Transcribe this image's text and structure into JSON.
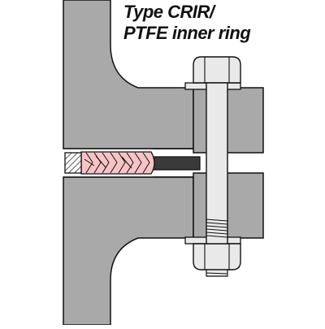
{
  "diagram": {
    "title_lines": [
      "Type CRIR/",
      "PTFE inner ring"
    ],
    "colors": {
      "metal": "#a9a9a9",
      "bolt": "#e9e9e9",
      "gasket": "#f7c4c6",
      "inner_ring": "#3a3a3a",
      "outline": "#111111",
      "background": "#ffffff"
    },
    "components": [
      "flange-body",
      "flange-mating",
      "bolt",
      "nut",
      "spiral-wound-gasket",
      "ptfe-inner-ring",
      "outer-guide-ring"
    ]
  }
}
